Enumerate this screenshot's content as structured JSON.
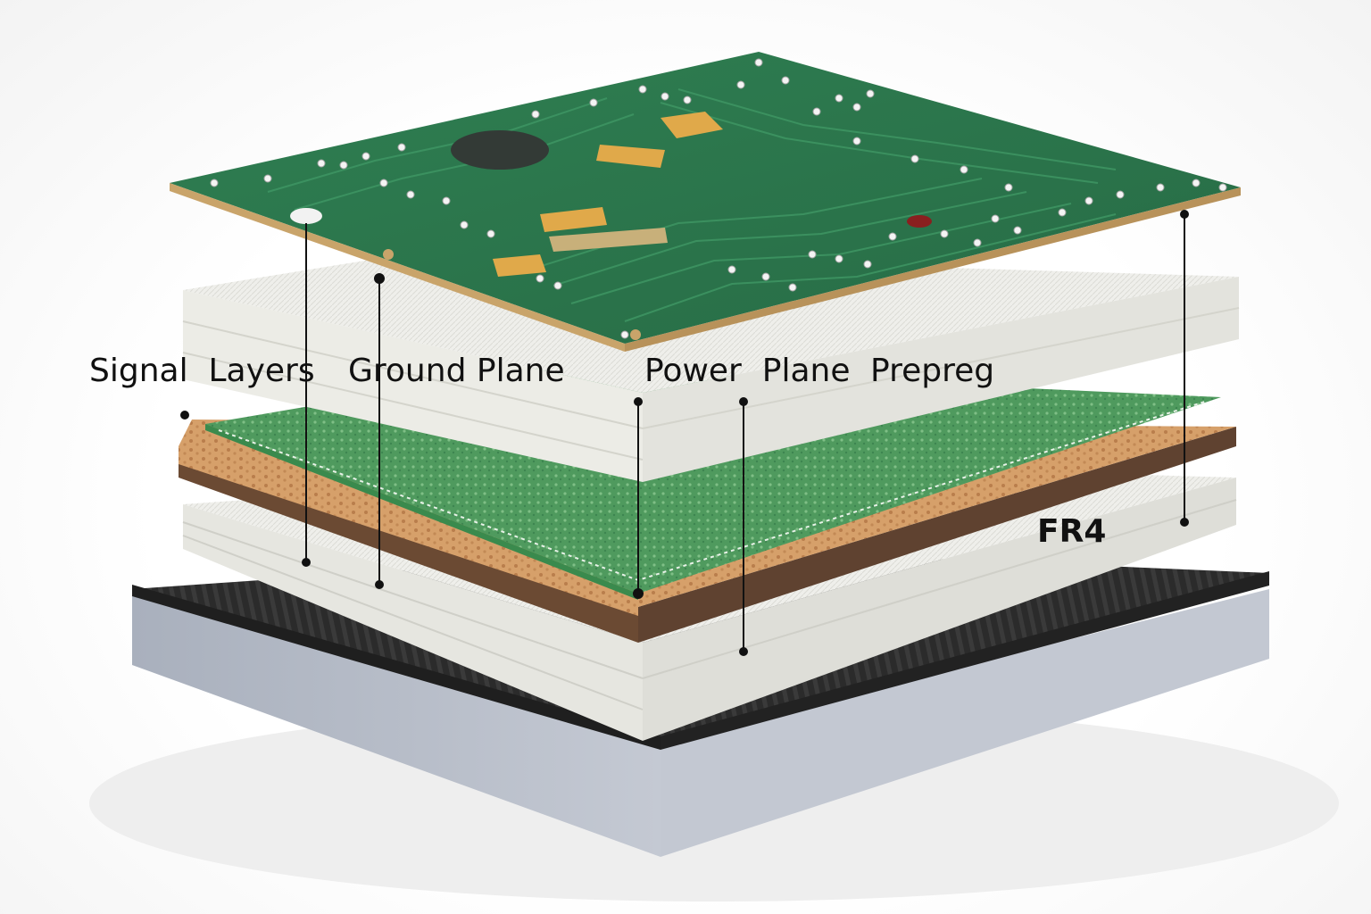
{
  "labels": {
    "signal_layers": "Signal  Layers",
    "ground_plane": "Ground Plane",
    "power_plane": "Power  Plane",
    "prepreg": "Prepreg",
    "fr4": "FR4"
  },
  "colors": {
    "pcb_green": "#2e7d4f",
    "pcb_edge": "#c9a46a",
    "green_layer": "#5a9a63",
    "copper_layer": "#d49a63",
    "copper_edge": "#6b4a33",
    "white_layer": "#eeeeea",
    "black_layer": "#2a2a2a",
    "gray_base": "#b6bcc8",
    "gold_pad": "#e0a94a",
    "chip": "#333a36",
    "leader_line": "#111111"
  }
}
